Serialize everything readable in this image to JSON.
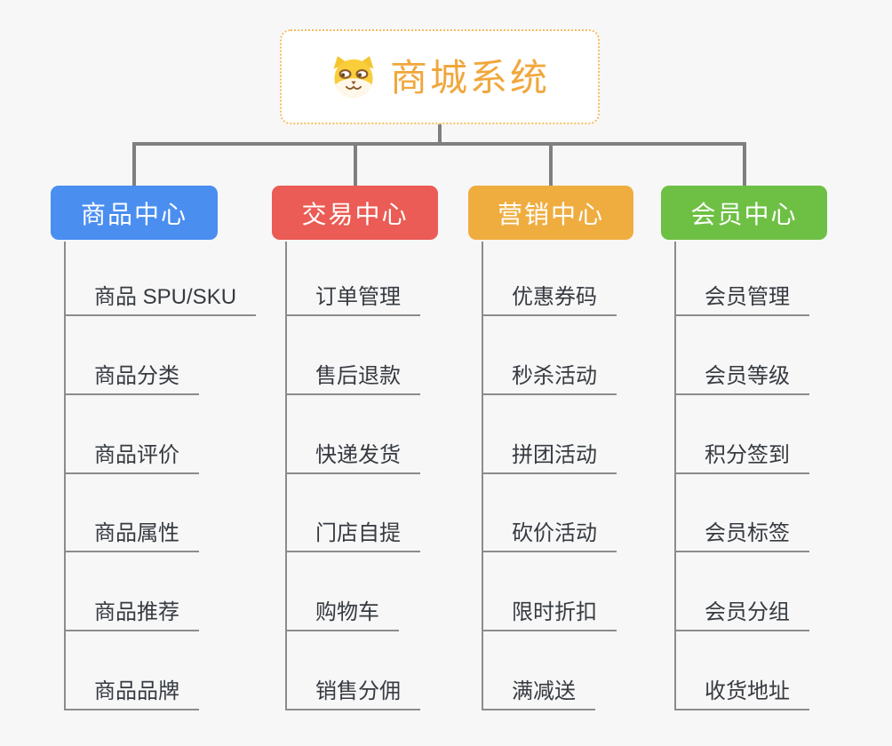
{
  "page": {
    "background": "#F7F7F7"
  },
  "root": {
    "label": "商城系统",
    "icon": "shiba-dog-icon",
    "text_color": "#F0A73C",
    "border_color": "#F3BD62"
  },
  "connectors": {
    "main_color": "#7F7F7F",
    "branch_color": "#8C8C8C"
  },
  "branches": [
    {
      "label": "商品中心",
      "color": "#4A8EF0",
      "items": [
        "商品 SPU/SKU",
        "商品分类",
        "商品评价",
        "商品属性",
        "商品推荐",
        "商品品牌"
      ]
    },
    {
      "label": "交易中心",
      "color": "#EA5C55",
      "items": [
        "订单管理",
        "售后退款",
        "快递发货",
        "门店自提",
        "购物车",
        "销售分佣"
      ]
    },
    {
      "label": "营销中心",
      "color": "#EFAD40",
      "items": [
        "优惠券码",
        "秒杀活动",
        "拼团活动",
        "砍价活动",
        "限时折扣",
        "满减送"
      ]
    },
    {
      "label": "会员中心",
      "color": "#6EC044",
      "items": [
        "会员管理",
        "会员等级",
        "积分签到",
        "会员标签",
        "会员分组",
        "收货地址"
      ]
    }
  ]
}
